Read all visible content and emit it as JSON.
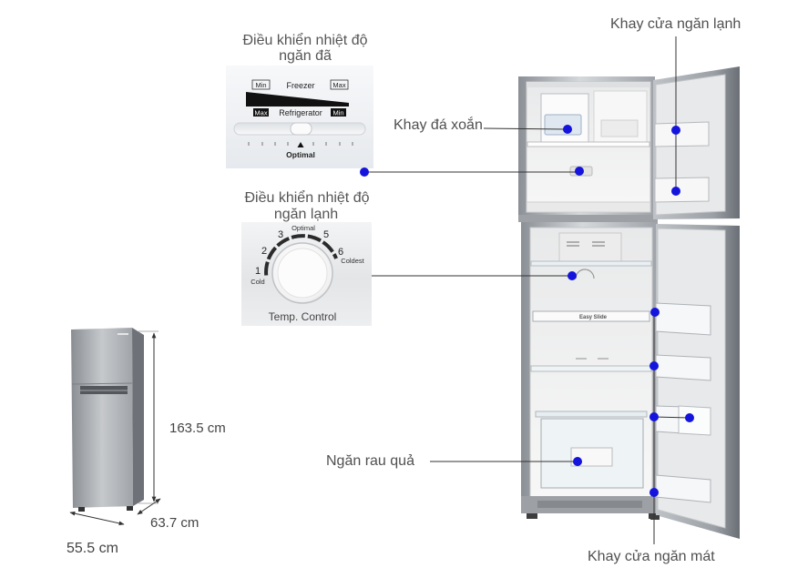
{
  "freezer_control": {
    "title": [
      "Điều khiển nhiệt độ",
      "ngăn đã"
    ],
    "freezer_scale": {
      "min": "Min",
      "label": "Freezer",
      "max": "Max"
    },
    "refrigerator_scale": {
      "max": "Max",
      "label": "Refrigerator",
      "min": "Min"
    },
    "pointer_label": "Optimal"
  },
  "fridge_control": {
    "title": [
      "Điều khiển nhiệt độ",
      "ngăn lạnh"
    ],
    "dial_marks": [
      {
        "number": "1",
        "caption": "Cold"
      },
      {
        "number": "2"
      },
      {
        "number": "3"
      },
      {
        "caption": "Optimal"
      },
      {
        "number": "5"
      },
      {
        "number": "6",
        "caption": "Coldest"
      }
    ],
    "label": "Temp. Control"
  },
  "callouts": {
    "freezer_door_tray": "Khay cửa ngăn lạnh",
    "twist_ice_tray": "Khay đá xoắn",
    "vegetable_drawer": "Ngăn rau quả",
    "fridge_door_tray": "Khay cửa ngăn mát"
  },
  "interior": {
    "shelf_label": "Easy Slide"
  },
  "dimensions": {
    "height": "163.5 cm",
    "depth": "63.7 cm",
    "width": "55.5 cm"
  },
  "colors": {
    "callout_dot": "#1414dc",
    "callout_line": "#333333"
  }
}
